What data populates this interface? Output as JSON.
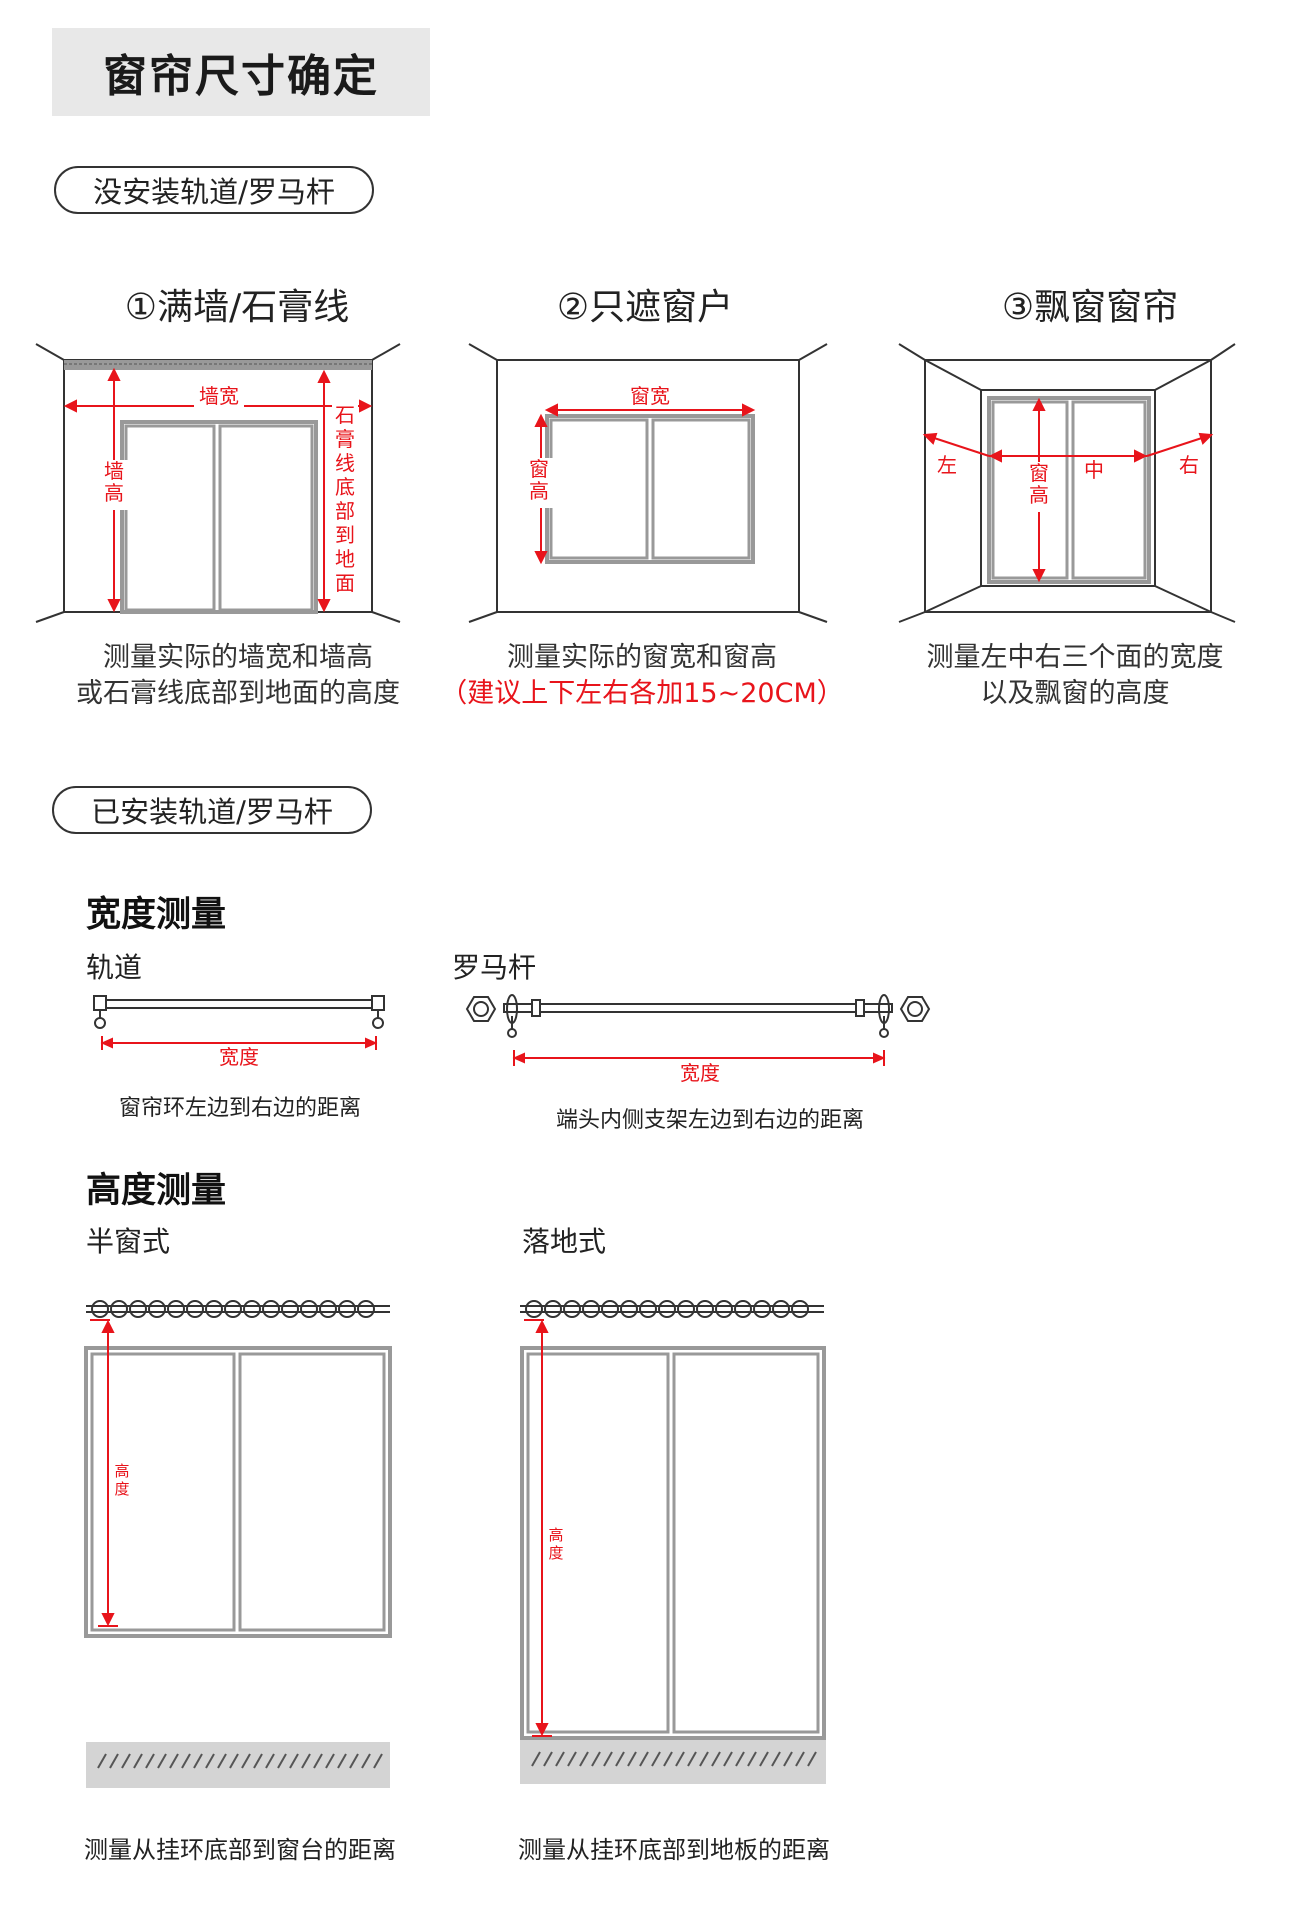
{
  "title": "窗帘尺寸确定",
  "section_no_track": "没安装轨道/罗马杆",
  "section_with_track": "已安装轨道/罗马杆",
  "colors": {
    "red": "#e8141b",
    "gray_bg": "#e8e8e8",
    "line": "#333333"
  },
  "columns": [
    {
      "title": "①满墙/石膏线",
      "labels": {
        "width": "墙宽",
        "height": "墙高",
        "side": "石膏线底部到地面"
      },
      "desc_lines": [
        "测量实际的墙宽和墙高",
        "或石膏线底部到地面的高度"
      ]
    },
    {
      "title": "②只遮窗户",
      "labels": {
        "width": "窗宽",
        "height": "窗高"
      },
      "desc_lines": [
        "测量实际的窗宽和窗高"
      ],
      "note": "（建议上下左右各加15~20CM）"
    },
    {
      "title": "③飘窗窗帘",
      "labels": {
        "left": "左",
        "middle": "中",
        "right": "右",
        "height": "窗高"
      },
      "desc_lines": [
        "测量左中右三个面的宽度",
        "以及飘窗的高度"
      ]
    }
  ],
  "width_measure": {
    "heading": "宽度测量",
    "track": {
      "label": "轨道",
      "dim": "宽度",
      "caption": "窗帘环左边到右边的距离"
    },
    "rod": {
      "label": "罗马杆",
      "dim": "宽度",
      "caption": "端头内侧支架左边到右边的距离"
    }
  },
  "height_measure": {
    "heading": "高度测量",
    "half": {
      "label": "半窗式",
      "dim": "高度",
      "caption": "测量从挂环底部到窗台的距离"
    },
    "floor": {
      "label": "落地式",
      "dim": "高度",
      "caption": "测量从挂环底部到地板的距离"
    }
  }
}
